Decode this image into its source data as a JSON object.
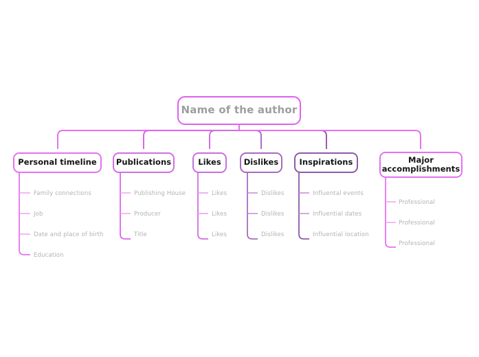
{
  "palette": {
    "background": "#ffffff",
    "root_border": "#e060f0",
    "root_text": "#9e9e9e",
    "branch_text": "#141414",
    "leaf_text": "#b3b3b3",
    "edge_bright": "#e472f0",
    "edge_magenta": "#dd63ec",
    "edge_purple": "#9b59b6",
    "edge_light": "#efa8f2",
    "edge_violet": "#c98fd8"
  },
  "root": {
    "label": "Name of the author"
  },
  "branches": [
    {
      "id": "personal-timeline",
      "label": "Personal timeline",
      "border_color": "#e472f0",
      "leaves": [
        "Family connections",
        "Job",
        "Date and place of birth",
        "Education"
      ]
    },
    {
      "id": "publications",
      "label": "Publications",
      "border_color": "#cf6fe0",
      "leaves": [
        "Publishing House",
        "Producer",
        "Title"
      ]
    },
    {
      "id": "likes",
      "label": "Likes",
      "border_color": "#c86fdb",
      "leaves": [
        "Likes",
        "Likes",
        "Likes"
      ]
    },
    {
      "id": "dislikes",
      "label": "Dislikes",
      "border_color": "#a86bbd",
      "leaves": [
        "Dislikes",
        "Dislikes",
        "Dislikes"
      ]
    },
    {
      "id": "inspirations",
      "label": "Inspirations",
      "border_color": "#8e5aa8",
      "leaves": [
        "Influental events",
        "Influential dates",
        "Influential location"
      ]
    },
    {
      "id": "major-accomplishments",
      "label": "Major\naccomplishments",
      "border_color": "#e472f0",
      "leaves": [
        "Professional",
        "Professional",
        "Professional"
      ]
    }
  ]
}
